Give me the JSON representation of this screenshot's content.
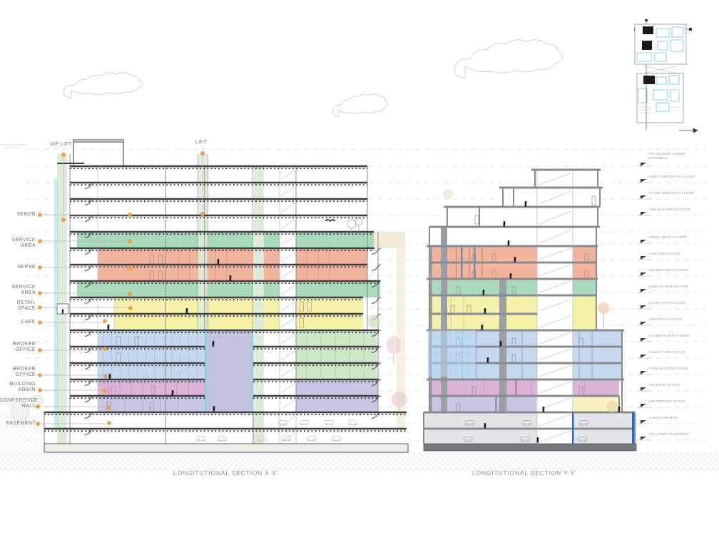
{
  "colors": {
    "marker": "#f0a03c",
    "service-green": "#9dd2b0",
    "floor-green": "#cde7c6",
    "nepse-salmon": "#f3b49e",
    "retail-yellow": "#f6f1a8",
    "broker-blue": "#c6d8ed",
    "admin-pink": "#dcb5d6",
    "conference-lavender": "#c7c6e3",
    "atrium-lavender": "#c4c3df",
    "glass-blue": "#b7d9f4",
    "core-green": "#dfecd9",
    "lift-cyan": "#4ed9e2",
    "beige": "#f3ecd9",
    "parking-gray": "#e4e5e7",
    "plinth": "#eef0e8",
    "slab-dark": "#3e3e42",
    "slab-gray": "#888c90",
    "accent-blue": "#2e6cb2"
  },
  "annotations": {
    "vip_lift": "VIP LIFT",
    "lift": "LIFT",
    "rooms": [
      "SEBON",
      "SERVICE AREA",
      "NEPSE",
      "SERVICE AREA",
      "RETAIL SPACE",
      "CAFE",
      "BROKER OFFICE",
      "BROKER OFFICE",
      "BUILDING ADMIN",
      "CONFERENCE HALL",
      "BASEMENT"
    ]
  },
  "levels": [
    "-7M SECOND LOWER BASEMENT",
    "+46M THIRTEENTH FLOOR",
    "+42.0M TWELVETH FLOOR",
    "+39M ELEVENTH FLOOR",
    "+35.5M TENTH FLOOR",
    "+32M NINE FLOOR",
    "+28.5M EIGHTH FLOOR",
    "+25M SEVENTH FLOOR",
    "+21.0M SIXTH FLOOR",
    "+18M FIFTH FLOOR",
    "+14.0M FOURTH FLOOR",
    "+11.5M THIRD FLOOR",
    "+7.5M SECOND FLOOR",
    "+4M FIRST FLOOR",
    "±0M GROUND FLOOR",
    "-3.5M BASEMENT",
    "-7M LOWER BASEMENT"
  ],
  "captions": {
    "section_x": "LONGITUTIONAL SECTION X-X'",
    "section_y": "LONGITUTIONAL SECTION Y-Y'"
  }
}
